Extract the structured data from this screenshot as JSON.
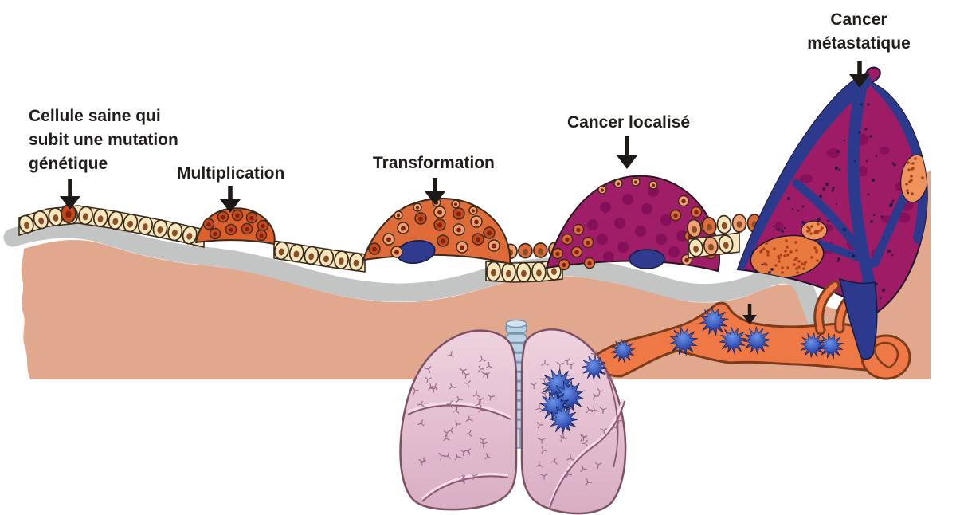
{
  "diagram": {
    "labels": {
      "healthy_cell": {
        "lines": [
          "Cellule saine qui",
          "subit une mutation",
          "génétique"
        ]
      },
      "multiplication": {
        "lines": [
          "Multiplication"
        ]
      },
      "transformation": {
        "lines": [
          "Transformation"
        ]
      },
      "localized_cancer": {
        "lines": [
          "Cancer localisé"
        ]
      },
      "metastatic_cancer": {
        "lines": [
          "Cancer",
          "métastatique"
        ]
      }
    },
    "icons": [
      "down-arrow-icon",
      "metastatic-cell-icon"
    ],
    "palette": {
      "label_text": "#221d1a",
      "arrow": "#1c1917",
      "dermis": "#e2a88d",
      "membrane": "#c2c5c4",
      "cell_cream": "#f8e6bc",
      "cell_light_orange": "#f0a275",
      "cell_outline": "#3a2a1c",
      "cell_nucleus": "#8a4f28",
      "tumor_orange": "#df6c38",
      "tumor_orange_dark": "#c6481d",
      "tumor_orange_nucleus": "#7e230d",
      "tumor_magenta": "#a01e68",
      "tumor_magenta_dark": "#85105a",
      "tumor_blue": "#2c3a8e",
      "tumor_blue_dark": "#141b44",
      "vessel_orange": "#ee7947",
      "vessel_outline": "#7c3c1c",
      "lung_pink_light": "#eccfdc",
      "lung_pink": "#dcb2c6",
      "lung_outline": "#7e5068",
      "lung_speckle": "#9c6b87",
      "trachea_blue": "#b9d3e6",
      "trachea_outline": "#7594ac",
      "met_cell_light": "#6b93e8",
      "met_cell_dark": "#141d5e"
    }
  }
}
